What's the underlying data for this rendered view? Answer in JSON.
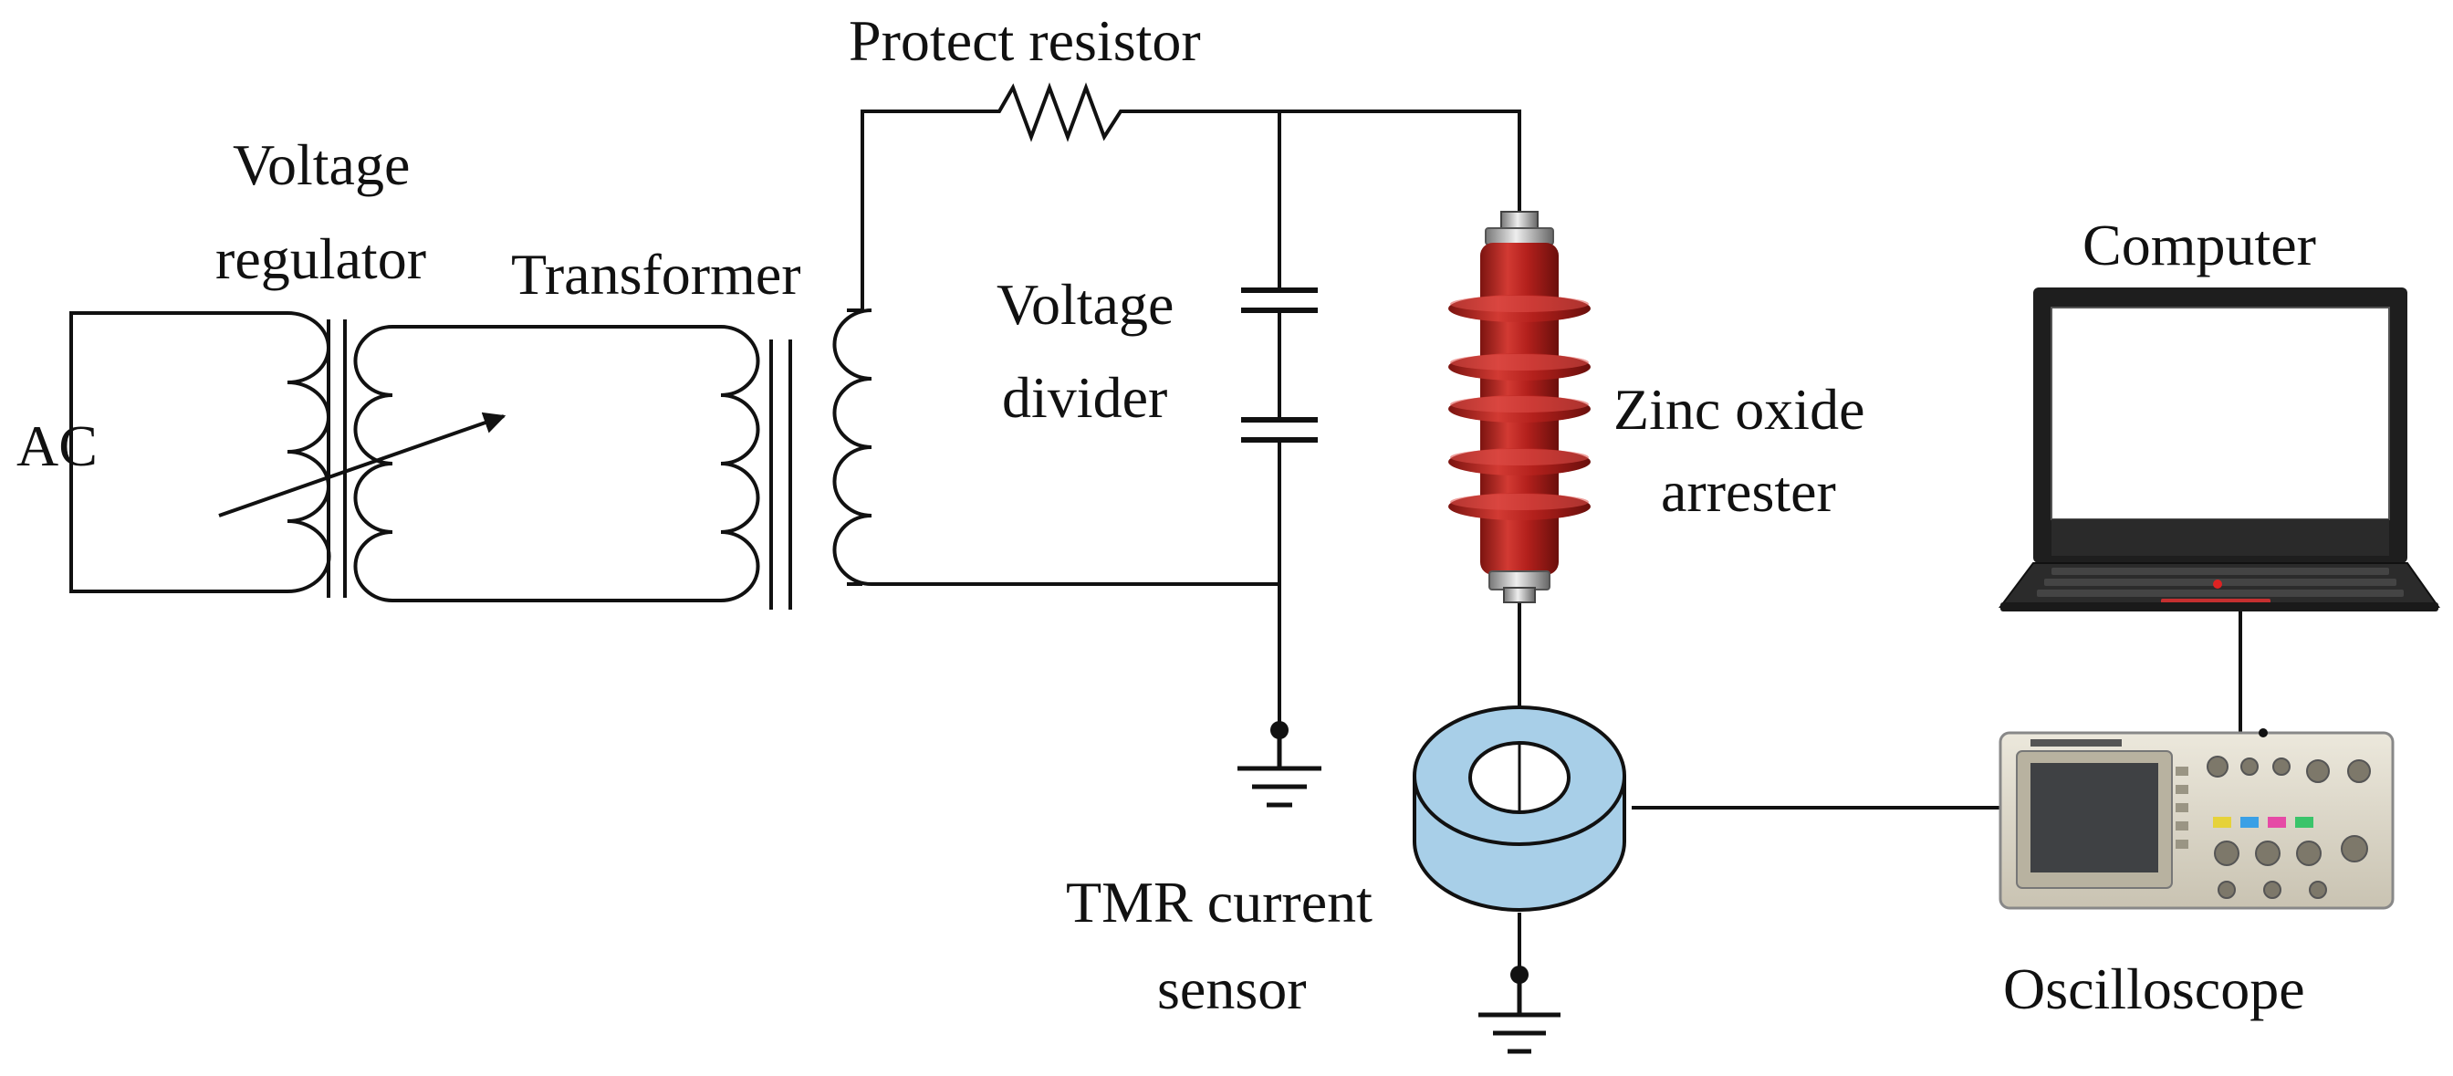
{
  "labels": {
    "ac": "AC",
    "voltage_regulator_line1": "Voltage",
    "voltage_regulator_line2": "regulator",
    "transformer": "Transformer",
    "protect_resistor": "Protect resistor",
    "voltage_divider_line1": "Voltage",
    "voltage_divider_line2": "divider",
    "zinc_oxide_arrester_line1": "Zinc oxide",
    "zinc_oxide_arrester_line2": "arrester",
    "computer": "Computer",
    "tmr_current_sensor_line1": "TMR current",
    "tmr_current_sensor_line2": "sensor",
    "oscilloscope": "Oscilloscope"
  },
  "colors": {
    "wire": "#111111",
    "arrester_body": "#b3201c",
    "arrester_highlight": "#e0504a",
    "sensor_ring": "#a8cfe8",
    "laptop_body": "#1e1e1e",
    "oscilloscope_body": "#d9d4c6",
    "oscilloscope_screen": "#3f4144"
  },
  "icons": {
    "arrester": "surge-arrester-icon",
    "sensor": "toroid-sensor-icon",
    "computer": "laptop-icon",
    "oscilloscope": "oscilloscope-icon"
  }
}
